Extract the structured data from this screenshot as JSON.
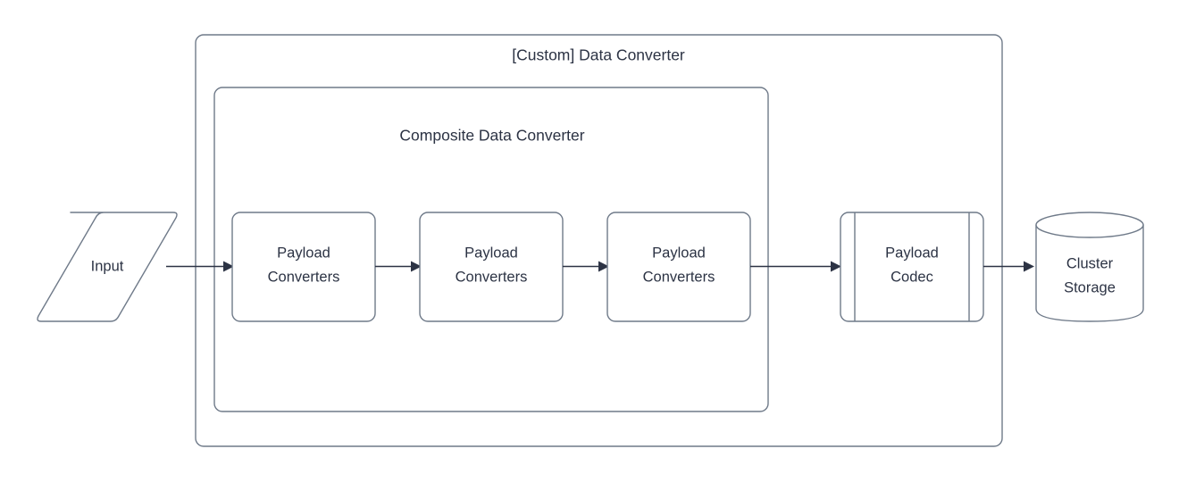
{
  "diagram": {
    "title": "[Custom] Data Converter",
    "background_color": "#ffffff",
    "stroke_color": "#6f7a89",
    "text_color": "#2c3344",
    "arrow_color": "#2c3344"
  },
  "containers": {
    "outer": {
      "label": "[Custom] Data Converter",
      "shape": "rounded-rectangle"
    },
    "inner": {
      "label": "Composite Data Converter",
      "shape": "rounded-rectangle"
    }
  },
  "nodes": {
    "input": {
      "label": "Input",
      "shape": "parallelogram"
    },
    "converter_1": {
      "label_line_1": "Payload",
      "label_line_2": "Converters",
      "shape": "rounded-rectangle"
    },
    "converter_2": {
      "label_line_1": "Payload",
      "label_line_2": "Converters",
      "shape": "rounded-rectangle"
    },
    "converter_3": {
      "label_line_1": "Payload",
      "label_line_2": "Converters",
      "shape": "rounded-rectangle"
    },
    "payload_codec": {
      "label_line_1": "Payload",
      "label_line_2": "Codec",
      "shape": "predefined-process"
    },
    "cluster_storage": {
      "label_line_1": "Cluster",
      "label_line_2": "Storage",
      "shape": "cylinder"
    }
  },
  "connectors": [
    {
      "name": "input-to-converter-1",
      "from": "input",
      "to": "converter_1"
    },
    {
      "name": "converter-1-to-converter-2",
      "from": "converter_1",
      "to": "converter_2"
    },
    {
      "name": "converter-2-to-converter-3",
      "from": "converter_2",
      "to": "converter_3"
    },
    {
      "name": "converter-3-to-payload-codec",
      "from": "converter_3",
      "to": "payload_codec"
    },
    {
      "name": "payload-codec-to-cluster-storage",
      "from": "payload_codec",
      "to": "cluster_storage"
    }
  ]
}
